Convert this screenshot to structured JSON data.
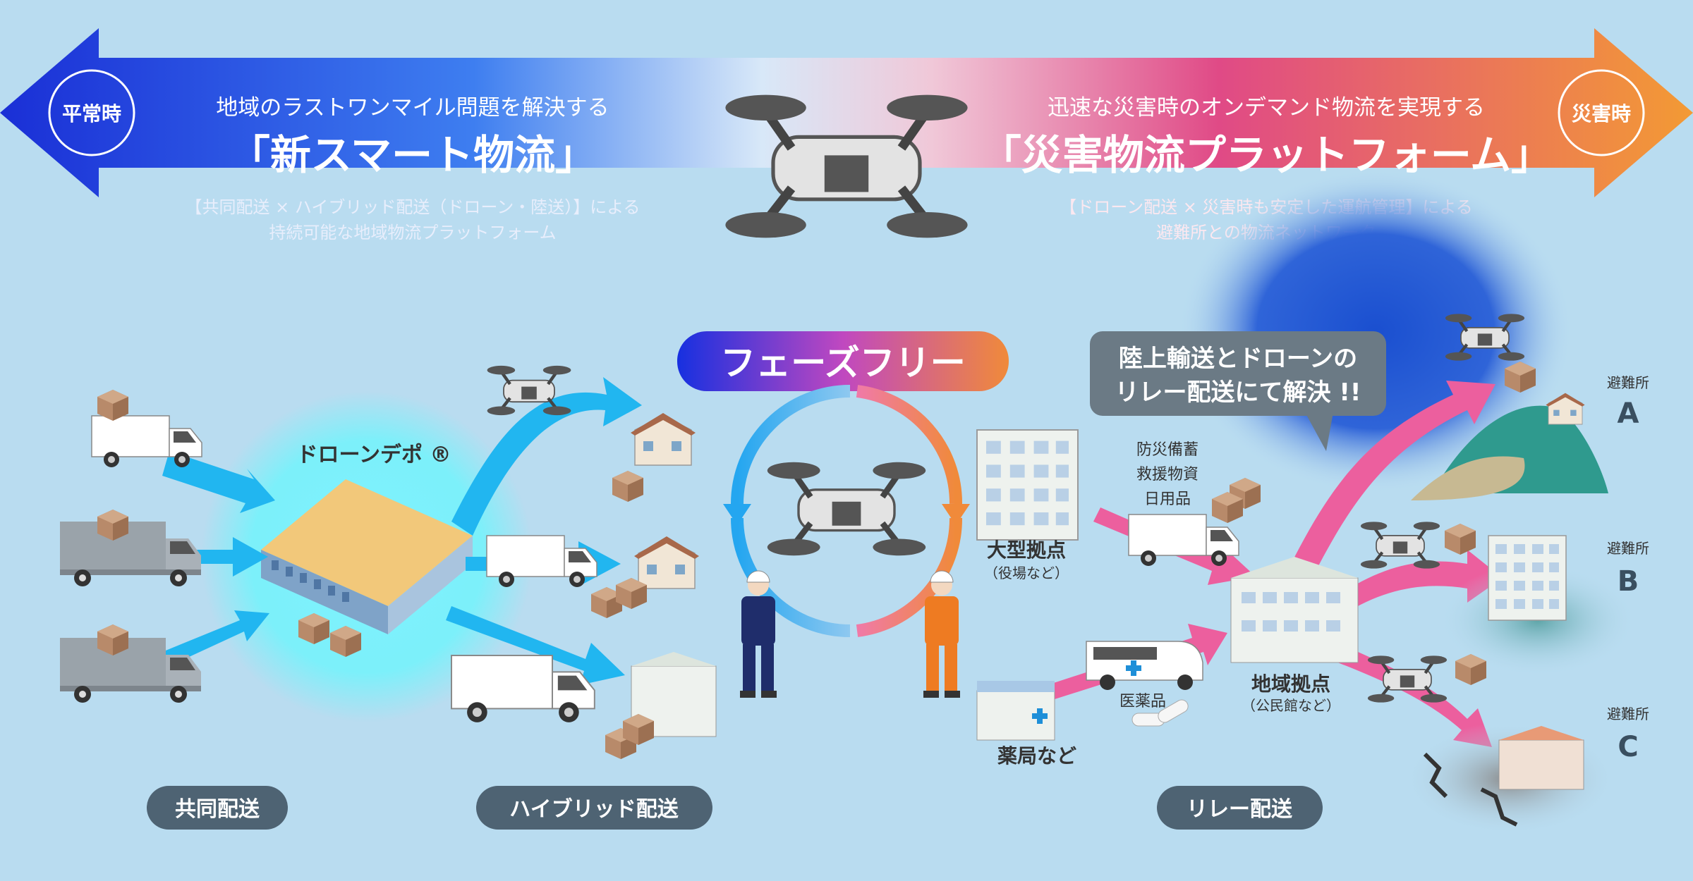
{
  "banner": {
    "left_circle": "平常時",
    "right_circle": "災害時",
    "left": {
      "subtitle": "地域のラストワンマイル問題を解決する",
      "title": "「新スマート物流」",
      "desc1": "【共同配送 × ハイブリッド配送（ドローン・陸送）】による",
      "desc2": "持続可能な地域物流プラットフォーム"
    },
    "right": {
      "subtitle": "迅速な災害時のオンデマンド物流を実現する",
      "title": "「災害物流プラットフォーム」",
      "desc1": "【ドローン配送 × 災害時も安定した運航管理】による",
      "desc2": "避難所との物流ネットワーク"
    }
  },
  "center": {
    "phase_free": "フェーズフリー"
  },
  "labels": {
    "drone_depot": "ドローンデポ ®",
    "relay_bubble_1": "陸上輸送とドローンの",
    "relay_bubble_2": "リレー配送にて解決 !!",
    "supplies_1": "防災備蓄",
    "supplies_2": "救援物資",
    "supplies_3": "日用品",
    "large_hub": "大型拠点",
    "large_hub_sub": "（役場など）",
    "local_hub": "地域拠点",
    "local_hub_sub": "（公民館など）",
    "pharmacy": "薬局など",
    "medicine": "医薬品",
    "shelter_label": "避難所",
    "shelter_a": "A",
    "shelter_b": "B",
    "shelter_c": "C"
  },
  "bottom_tags": {
    "joint": "共同配送",
    "hybrid": "ハイブリッド配送",
    "relay": "リレー配送"
  },
  "colors": {
    "background": "#b9dcf0",
    "banner_left": "#1d3bd8",
    "banner_right": "#f08a3a",
    "arrow_blue": "#21b6f0",
    "arrow_pink": "#ec5f9e",
    "tag_bg": "#4e6373"
  },
  "icons": [
    "drone-icon",
    "truck-icon",
    "box-icon",
    "house-icon",
    "warehouse-icon",
    "building-icon",
    "ambulance-icon",
    "worker-icon",
    "pill-icon",
    "crack-icon"
  ]
}
